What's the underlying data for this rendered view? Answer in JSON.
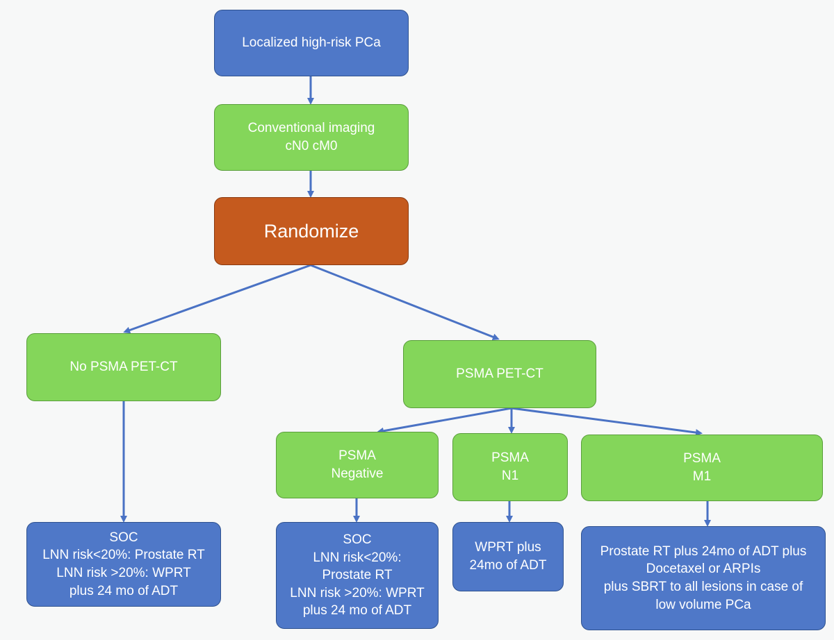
{
  "nodes": {
    "start": {
      "text": "Localized high-risk PCa"
    },
    "imaging": {
      "text": "Conventional imaging\ncN0 cM0"
    },
    "randomize": {
      "text": "Randomize"
    },
    "no_psma": {
      "text": "No PSMA PET-CT"
    },
    "psma": {
      "text": "PSMA PET-CT"
    },
    "psma_negative": {
      "text": "PSMA\nNegative"
    },
    "psma_n1": {
      "text": "PSMA\nN1"
    },
    "psma_m1": {
      "text": "PSMA\nM1"
    },
    "soc_left": {
      "text": "SOC\nLNN risk<20%: Prostate RT\nLNN risk >20%: WPRT\nplus 24 mo of ADT"
    },
    "soc_mid": {
      "text": "SOC\nLNN risk<20%:\nProstate RT\nLNN risk >20%: WPRT\nplus 24 mo of ADT"
    },
    "wprt": {
      "text": "WPRT plus\n24mo of ADT"
    },
    "m1_treatment": {
      "text": "Prostate RT plus 24mo of ADT plus\nDocetaxel or ARPIs\nplus SBRT to all lesions in case of\nlow volume PCa"
    }
  },
  "colors": {
    "blue_fill": "#4f78c8",
    "green_fill": "#84d65a",
    "orange_fill": "#c55a1e",
    "connector": "#4a72c4"
  }
}
